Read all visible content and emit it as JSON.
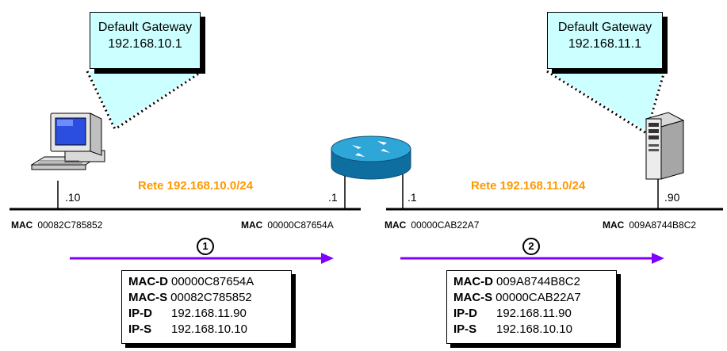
{
  "callouts": [
    {
      "title": "Default Gateway",
      "ip": "192.168.10.1"
    },
    {
      "title": "Default Gateway",
      "ip": "192.168.11.1"
    }
  ],
  "networks": {
    "left": "Rete 192.168.10.0/24",
    "right": "Rete 192.168.11.0/24"
  },
  "host_ips": {
    "pc": ".10",
    "router_left": ".1",
    "router_right": ".1",
    "server": ".90"
  },
  "macs": {
    "prefix": "MAC",
    "pc": "00082C785852",
    "router_left": "00000C87654A",
    "router_right": "00000CAB22A7",
    "server": "009A8744B8C2"
  },
  "steps": [
    "1",
    "2"
  ],
  "frames": [
    {
      "rows": [
        {
          "key": "MAC-D",
          "value": "00000C87654A"
        },
        {
          "key": "MAC-S",
          "value": "00082C785852"
        },
        {
          "key": "IP-D",
          "value": "192.168.11.90"
        },
        {
          "key": "IP-S",
          "value": "192.168.10.10"
        }
      ]
    },
    {
      "rows": [
        {
          "key": "MAC-D",
          "value": "009A8744B8C2"
        },
        {
          "key": "MAC-S",
          "value": "00000CAB22A7"
        },
        {
          "key": "IP-D",
          "value": "192.168.11.90"
        },
        {
          "key": "IP-S",
          "value": "192.168.10.10"
        }
      ]
    }
  ],
  "colors": {
    "callout_fill": "#ccffff",
    "network_label": "#ff9900",
    "arrow": "#8000ff",
    "router": "#1a8fc0"
  }
}
